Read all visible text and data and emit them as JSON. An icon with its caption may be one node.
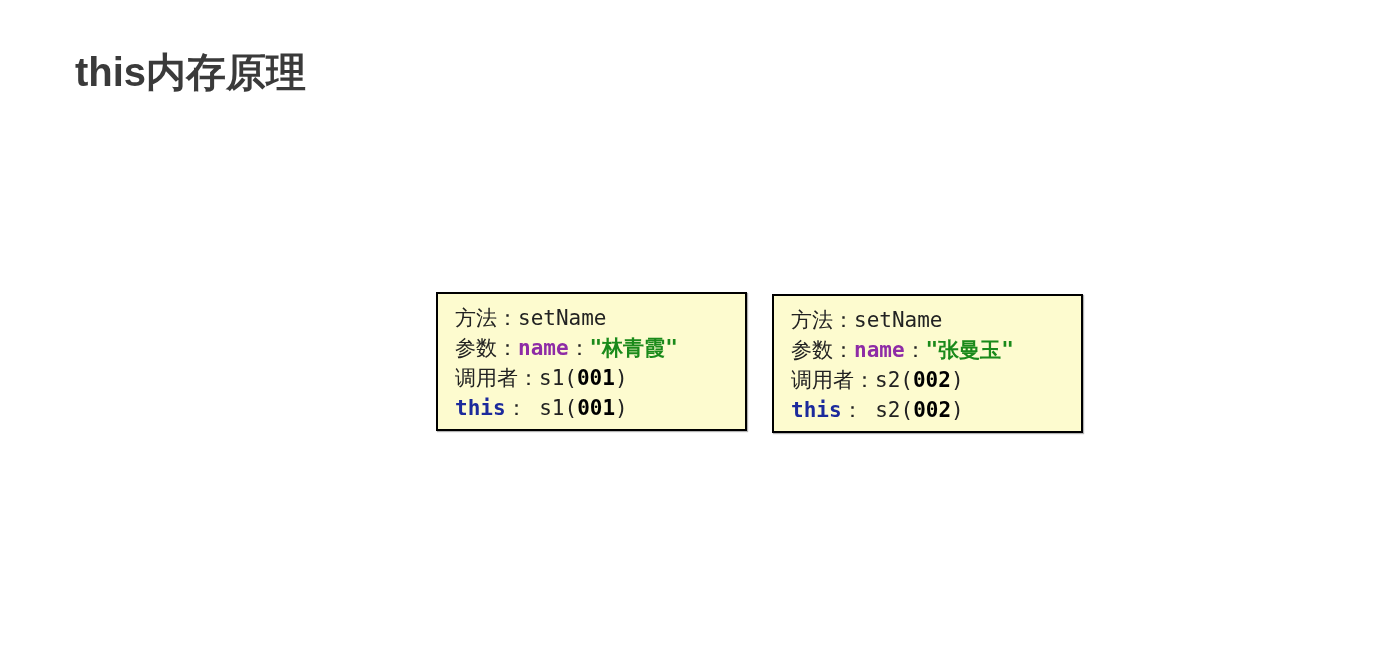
{
  "diagram": {
    "title": "this内存原理",
    "nodes": [
      {
        "text": [
          "方法：setName",
          "参数：**name**：**\"林青霞\"**",
          "调用者：s1(**001**)",
          "**this**： s1(**001**)"
        ]
      },
      {
        "text": [
          "方法：setName",
          "参数：**name**：**\"张曼玉\"**",
          "调用者：s2(**002**)",
          "**this**： s2(**002**)"
        ]
      }
    ]
  }
}
